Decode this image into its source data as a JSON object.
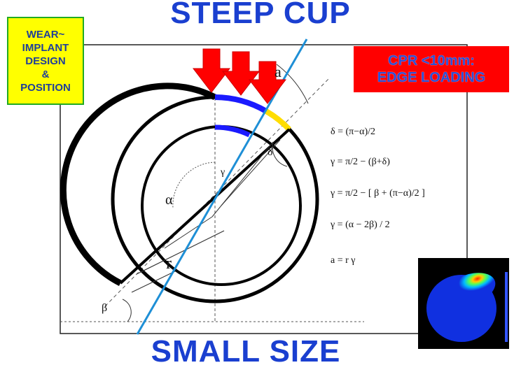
{
  "titles": {
    "top": "STEEP CUP",
    "bottom": "SMALL SIZE"
  },
  "wear_box": {
    "lines": [
      "WEAR~",
      "IMPLANT",
      "DESIGN",
      "&",
      "POSITION"
    ]
  },
  "cpr_box": {
    "lines": [
      "CPR <10mm:",
      "EDGE LOADING"
    ]
  },
  "diagram_labels": {
    "alpha": "α",
    "beta": "β",
    "gamma": "γ",
    "delta": "δ",
    "radius": "r",
    "arc": "a"
  },
  "formulas": [
    "δ = (π−α)/2",
    "γ = π/2 − (β+δ)",
    "γ = π/2  − [ β + (π−α)/2 ]",
    "γ = (α − 2β) / 2",
    "a = r γ"
  ],
  "colors": {
    "title_blue": "#1a3fd0",
    "arrow_red": "#ff0000",
    "contact_blue": "#1a1aff",
    "edge_yellow": "#ffdd00",
    "axis_line": "#1e8fd6",
    "wear_box_bg": "#ffff00",
    "cpr_box_bg": "#ff0000"
  }
}
